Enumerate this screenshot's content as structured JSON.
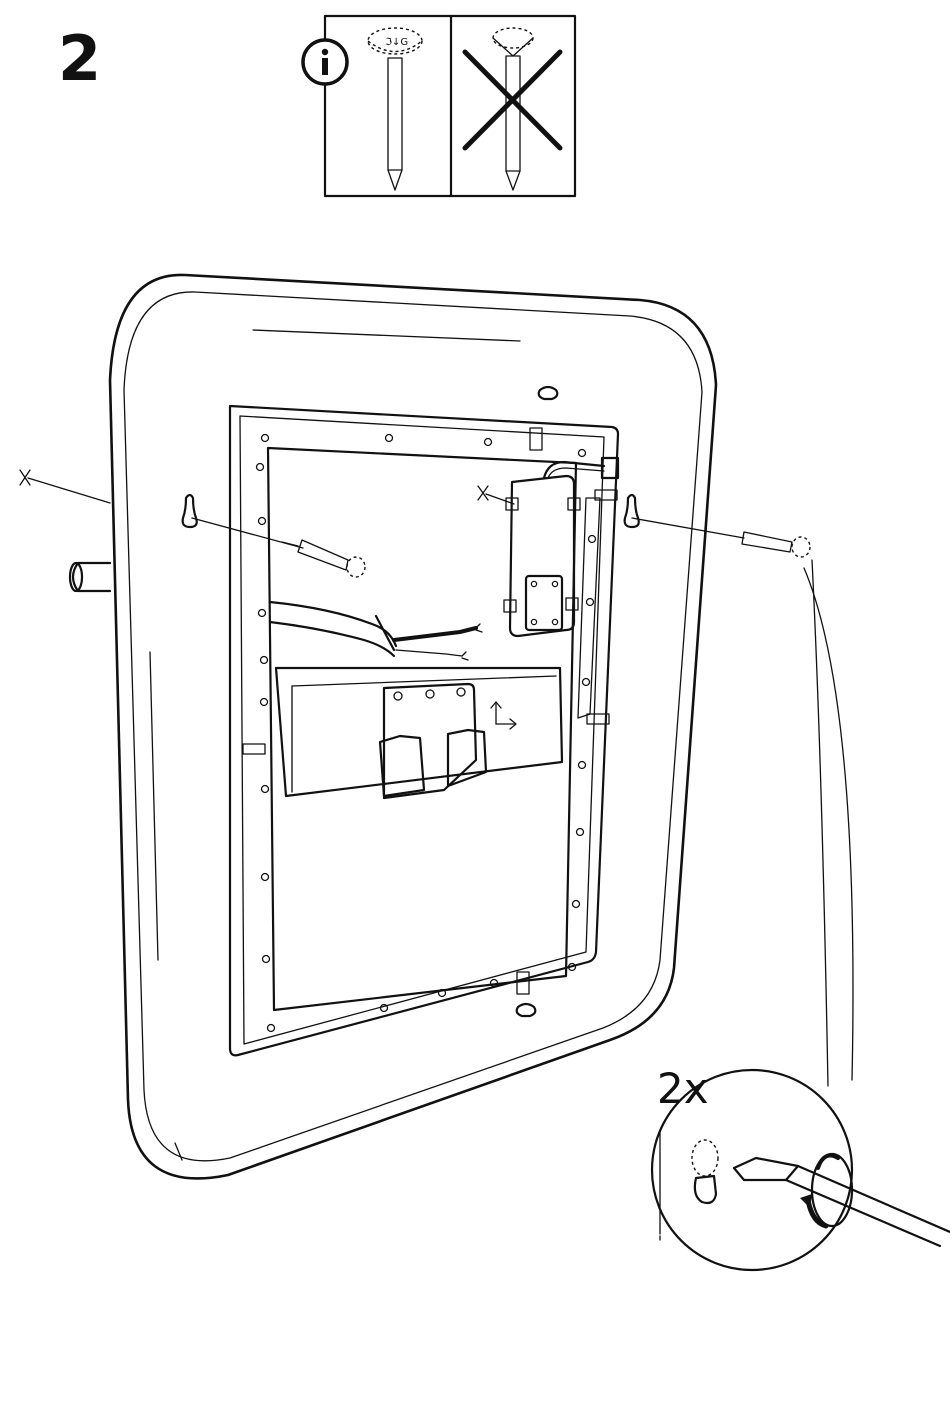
{
  "step": {
    "number": "2"
  },
  "info_panel": {
    "icon": "info-icon",
    "correct": "screw-with-pan-head",
    "wrong": "screw-with-countersunk-head"
  },
  "detail": {
    "quantity": "2x"
  },
  "icons": {
    "rotate": "rotate-clockwise-icon",
    "direction": "direction-arrows-icon"
  }
}
